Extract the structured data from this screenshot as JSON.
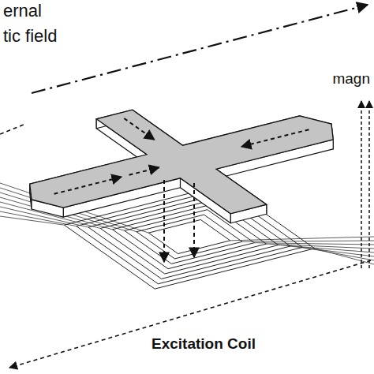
{
  "diagram": {
    "labels": [
      "ernal",
      "tic field",
      "magn",
      "Excitation Coil"
    ]
  }
}
